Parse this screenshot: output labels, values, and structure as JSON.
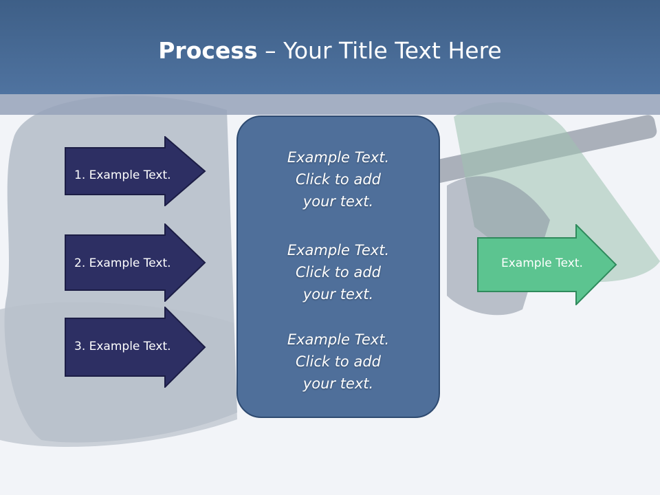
{
  "slide": {
    "title_bold": "Process",
    "title_rest": " – Your Title Text Here"
  },
  "left_arrows": [
    {
      "label": "1. Example Text."
    },
    {
      "label": "2. Example Text."
    },
    {
      "label": "3. Example Text."
    }
  ],
  "center_box": {
    "items": [
      {
        "line1": "Example Text.",
        "line2": "Click  to add",
        "line3": "your text."
      },
      {
        "line1": "Example Text.",
        "line2": "Click  to add",
        "line3": "your text."
      },
      {
        "line1": "Example Text.",
        "line2": "Click  to add",
        "line3": "your text."
      }
    ]
  },
  "right_arrow": {
    "label": "Example Text."
  },
  "colors": {
    "header": "#4f73a0",
    "left_arrow_fill": "#2d2f63",
    "center_box_fill": "#4f6f9a",
    "right_arrow_fill": "#5cc490"
  }
}
